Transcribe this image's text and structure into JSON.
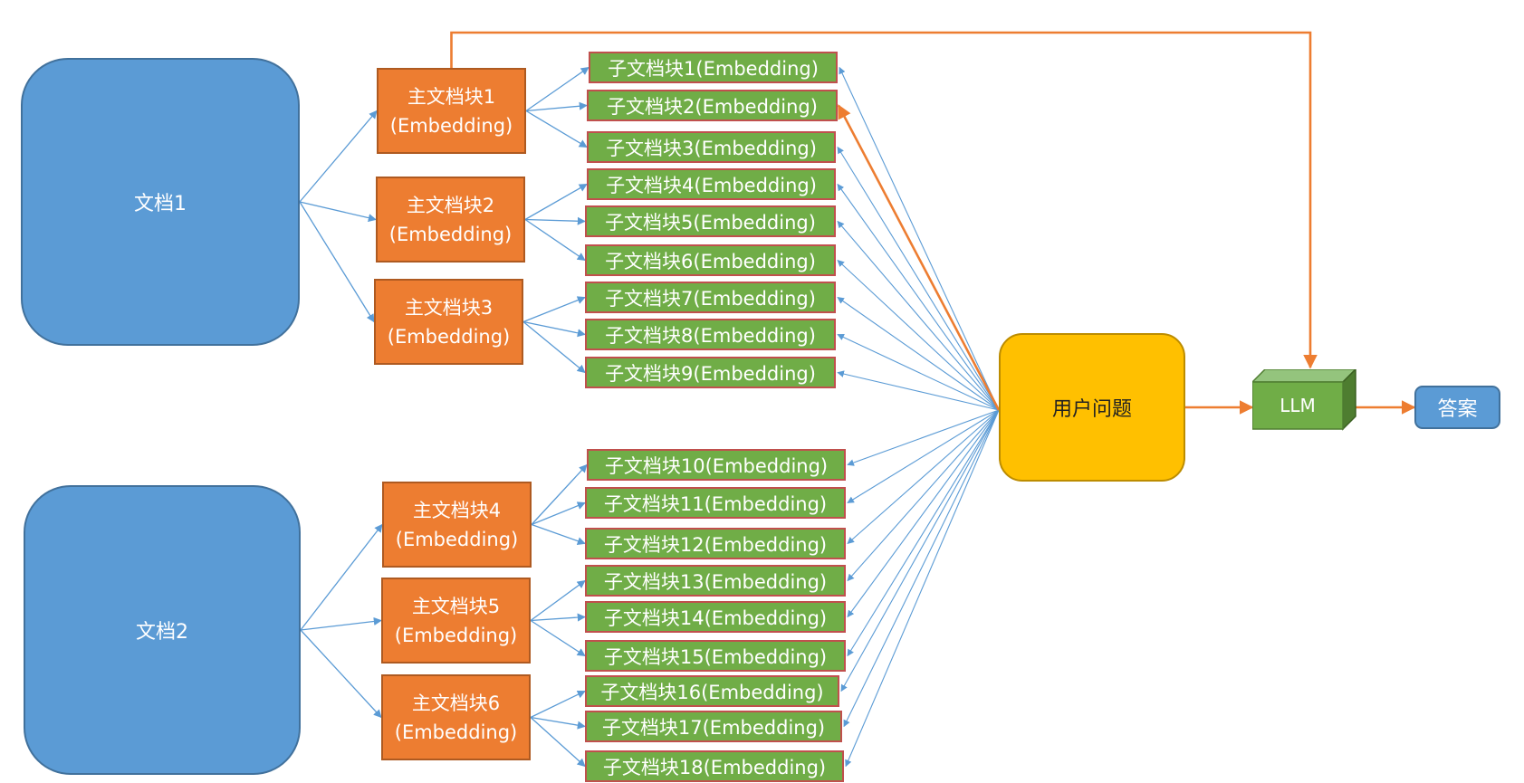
{
  "colors": {
    "document": "#5b9bd5",
    "main_chunk": "#ed7d31",
    "sub_chunk": "#70ad47",
    "sub_chunk_border": "#c0504d",
    "question": "#ffc000",
    "llm": "#70ad47",
    "answer": "#5b9bd5",
    "blue_arrow": "#5b9bd5",
    "orange_arrow": "#ed7d31"
  },
  "documents": [
    {
      "label": "文档1"
    },
    {
      "label": "文档2"
    }
  ],
  "main_chunks": [
    {
      "line1": "主文档块1",
      "line2": "(Embedding)",
      "document": 0
    },
    {
      "line1": "主文档块2",
      "line2": "(Embedding)",
      "document": 0
    },
    {
      "line1": "主文档块3",
      "line2": "(Embedding)",
      "document": 0
    },
    {
      "line1": "主文档块4",
      "line2": "(Embedding)",
      "document": 1
    },
    {
      "line1": "主文档块5",
      "line2": "(Embedding)",
      "document": 1
    },
    {
      "line1": "主文档块6",
      "line2": "(Embedding)",
      "document": 1
    }
  ],
  "sub_chunks": [
    {
      "label": "子文档块1(Embedding)",
      "parent": 0
    },
    {
      "label": "子文档块2(Embedding)",
      "parent": 0
    },
    {
      "label": "子文档块3(Embedding)",
      "parent": 0
    },
    {
      "label": "子文档块4(Embedding)",
      "parent": 1
    },
    {
      "label": "子文档块5(Embedding)",
      "parent": 1
    },
    {
      "label": "子文档块6(Embedding)",
      "parent": 1
    },
    {
      "label": "子文档块7(Embedding)",
      "parent": 2
    },
    {
      "label": "子文档块8(Embedding)",
      "parent": 2
    },
    {
      "label": "子文档块9(Embedding)",
      "parent": 2
    },
    {
      "label": "子文档块10(Embedding)",
      "parent": 3
    },
    {
      "label": "子文档块11(Embedding)",
      "parent": 3
    },
    {
      "label": "子文档块12(Embedding)",
      "parent": 3
    },
    {
      "label": "子文档块13(Embedding)",
      "parent": 4
    },
    {
      "label": "子文档块14(Embedding)",
      "parent": 4
    },
    {
      "label": "子文档块15(Embedding)",
      "parent": 4
    },
    {
      "label": "子文档块16(Embedding)",
      "parent": 5
    },
    {
      "label": "子文档块17(Embedding)",
      "parent": 5
    },
    {
      "label": "子文档块18(Embedding)",
      "parent": 5
    }
  ],
  "question": {
    "label": "用户问题"
  },
  "llm": {
    "label": "LLM"
  },
  "answer": {
    "label": "答案"
  },
  "highlighted_sub_chunk": 1,
  "retrieved_main_chunk": 0
}
